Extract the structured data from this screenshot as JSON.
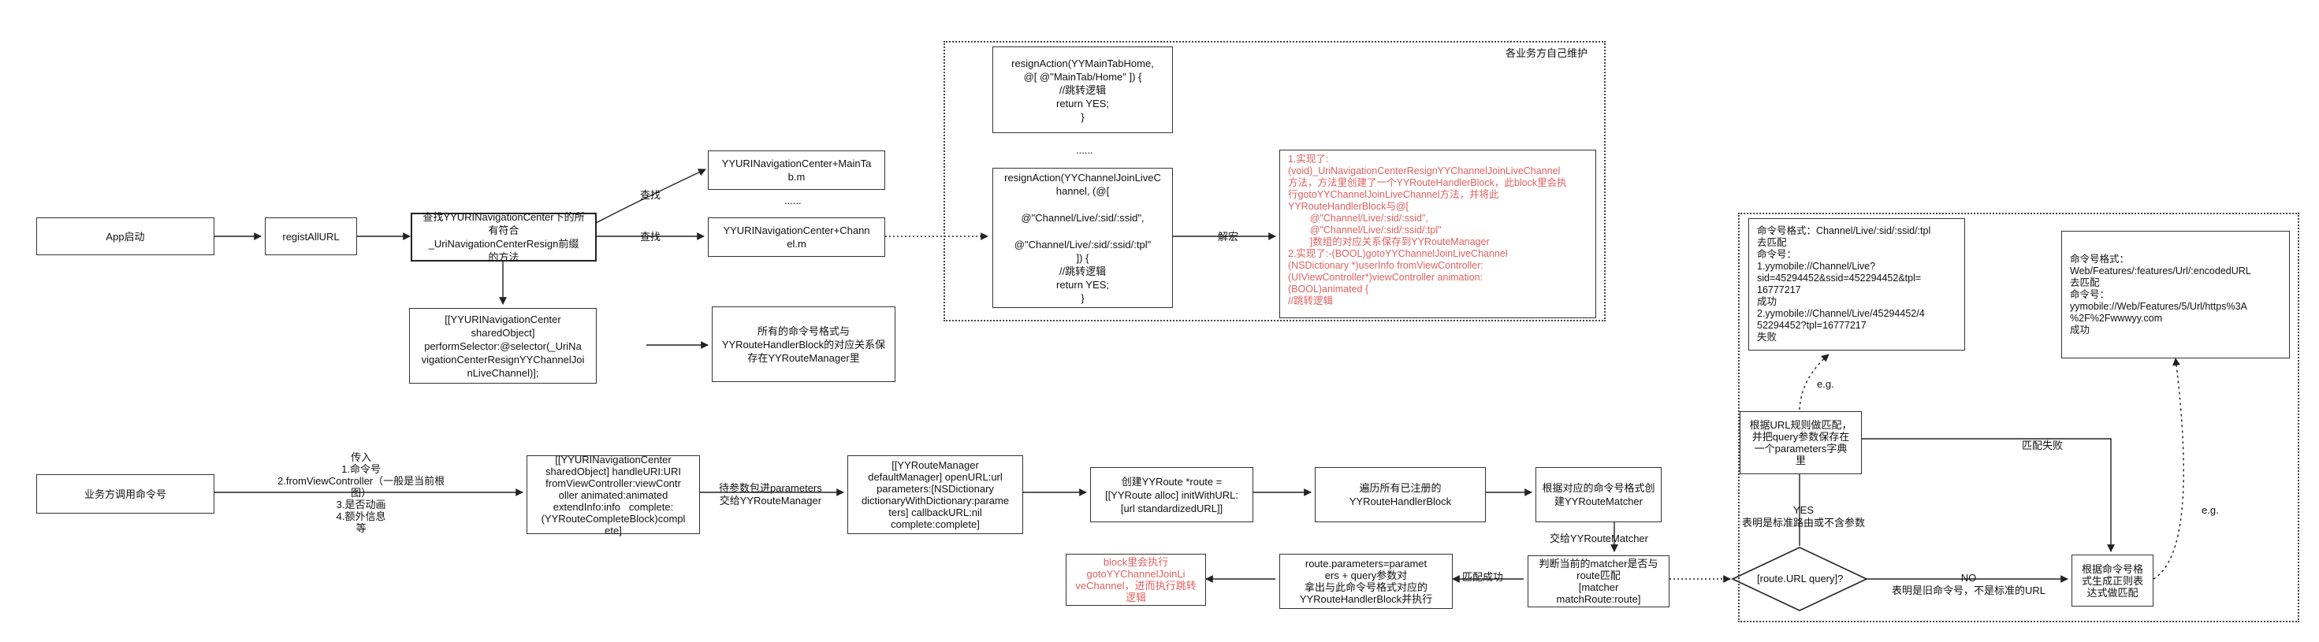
{
  "nodes": {
    "app_start": [
      "App启动"
    ],
    "regist_all_url": [
      "registAllURL"
    ],
    "find_methods": [
      "查找YYURINavigationCenter下的所",
      "有符合",
      "_UriNavigationCenterResign前缀",
      "的方法"
    ],
    "perform_selector": [
      "[[YYURINavigationCenter",
      "sharedObject]",
      "performSelector:@selector(_UriNa",
      "vigationCenterResignYYChannelJoi",
      "nLiveChannel)];"
    ],
    "category_main_tab": [
      "YYURINavigationCenter+MainTa",
      "b.m"
    ],
    "ellipsis_mid": [
      "......"
    ],
    "category_channel": [
      "YYURINavigationCenter+Chann",
      "el.m"
    ],
    "all_commands_saved": [
      "所有的命令号格式与",
      "YYRouteHandlerBlock的对应关系保",
      "存在YYRouteManager里"
    ],
    "resign_main_tab": [
      "resignAction(YYMainTabHome,",
      "@[ @\"MainTab/Home\" ]) {",
      "//跳转逻辑",
      "return YES;",
      "}"
    ],
    "ellipsis_resign": [
      "......"
    ],
    "resign_channel": [
      "resignAction(YYChannelJoinLiveC",
      "hannel, (@[",
      "",
      "@\"Channel/Live/:sid/:ssid\",",
      "",
      "@\"Channel/Live/:sid/:ssid/:tpl\"",
      "]) {",
      "//跳转逻辑",
      "return YES;",
      "}"
    ],
    "macro_explain": [
      "1.实现了:",
      "(void)_UriNavigationCenterResignYYChannelJoinLiveChannel",
      "方法，方法里创建了一个YYRouteHandlerBlock，此block里会执",
      "行gotoYYChannelJoinLiveChannel方法，并将此",
      "YYRouteHandlerBlock与@[",
      "        @\"Channel/Live/:sid/:ssid\",",
      "        @\"Channel/Live/:sid/:ssid/:tpl\"",
      "        ]数组的对应关系保存到YYRouteManager",
      "2.实现了:-(BOOL)gotoYYChannelJoinLiveChannel",
      "(NSDictionary *)userInfo fromViewController:",
      "(UIViewController*)viewController animation:",
      "(BOOL)animated {",
      "//跳转逻辑"
    ],
    "biz_call": [
      "业务方调用命令号"
    ],
    "handle_uri": [
      "[[YYURINavigationCenter",
      "sharedObject] handleURI:URI",
      "fromViewController:viewContr",
      "oller animated:animated",
      "extendInfo:info   complete:",
      "(YYRouteCompleteBlock)compl",
      "ete]"
    ],
    "open_url": [
      "[[YYRouteManager",
      "defaultManager] openURL:url",
      "parameters:[NSDictionary",
      "dictionaryWithDictionary:parame",
      "ters] callbackURL:nil",
      "complete:complete]"
    ],
    "create_route": [
      "创建YYRoute *route =",
      "[[YYRoute alloc] initWithURL:",
      "[url standardizedURL]]"
    ],
    "traverse_blocks": [
      "遍历所有已注册的",
      "YYRouteHandlerBlock"
    ],
    "create_matcher": [
      "根据对应的命令号格式创",
      "建YYRouteMatcher"
    ],
    "judge_matcher": [
      "判断当前的matcher是否与",
      "route匹配",
      "[matcher",
      "matchRoute:route]"
    ],
    "route_params": [
      "route.parameters=paramet",
      "ers + query参数对",
      "拿出与此命令号格式对应的",
      "YYRouteHandlerBlock并执行"
    ],
    "block_exec": [
      "block里会执行",
      "gotoYYChannelJoinLi",
      "veChannel，进而执行跳转",
      "逻辑"
    ],
    "decision": [
      "[route.URL query]?"
    ],
    "url_rule_match": [
      "根据URL规则做匹配，",
      "并把query参数保存在",
      "一个parameters字典",
      "里"
    ],
    "rule_match_note": [
      "命令号格式：Channel/Live/:sid/:ssid/:tpl",
      "去匹配",
      "命令号：",
      "1.yymobile://Channel/Live?",
      "sid=45294452&ssid=452294452&tpl=",
      "16777217",
      "成功",
      "2.yymobile://Channel/Live/45294452/4",
      "52294452?tpl=16777217",
      "失败"
    ],
    "encoded_match": [
      "根据命令号格",
      "式生成正则表",
      "达式做匹配"
    ],
    "encoded_note": [
      "命令号格式：",
      "Web/Features/:features/Url/:encodedURL",
      "去匹配",
      "命令号：",
      "yymobile://Web/Features/5/Url/https%3A",
      "%2F%2Fwwwyy.com",
      "成功"
    ]
  },
  "labels": {
    "region_title": "各业务方自己维护",
    "find_top": "查找",
    "find_mid": "查找",
    "ellipsis_between": "......",
    "unmacro": "解宏",
    "pass_params": [
      "待参数包进parameters",
      "交给YYRouteManager"
    ],
    "pass_matcher": "交给YYRouteMatcher",
    "match_success": "匹配成功",
    "match_fail": "匹配失败",
    "yes": [
      "YES",
      "表明是标准路由或不含参数"
    ],
    "no": [
      "NO",
      "表明是旧命令号，不是标准的URL"
    ],
    "eg_left": "e.g.",
    "eg_right": "e.g.",
    "pass_in": [
      "传入",
      "1.命令号",
      "2.fromViewController（一般是当前根",
      "图）",
      "3.是否动画",
      "4.额外信息",
      "等"
    ]
  }
}
